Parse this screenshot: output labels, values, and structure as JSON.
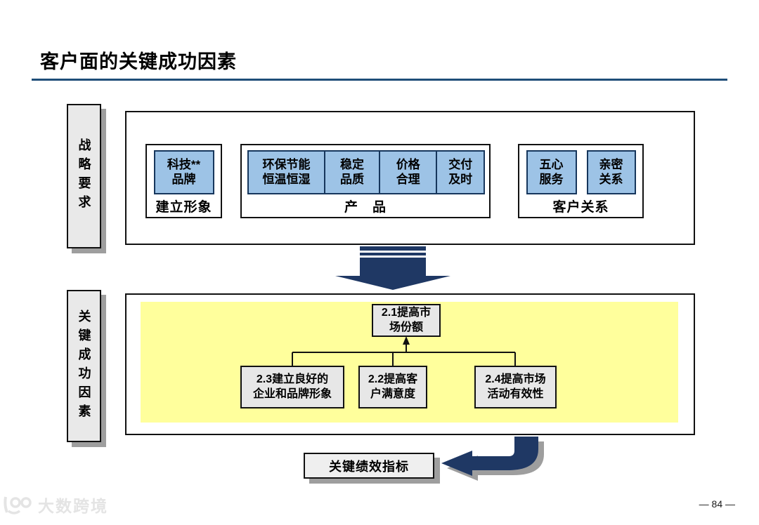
{
  "title": "客户面的关键成功因素",
  "page_number": "— 84 —",
  "watermark": "大数跨境",
  "colors": {
    "accent_navy": "#1F3864",
    "title_rule_blue": "#1F4E79",
    "item_blue_fill": "#9DC3E6",
    "item_blue_border": "#16365C",
    "csf_yellow": "#FFFF9C",
    "gray_fill": "#E7E7E7",
    "shadow_gray": "#9E9E9E"
  },
  "strategy_section": {
    "side_label": "战略要求",
    "groups": [
      {
        "label": "建立形象",
        "items": [
          "科技**\n品牌"
        ]
      },
      {
        "label": "产　品",
        "items": [
          "环保节能\n恒温恒湿",
          "稳定\n品质",
          "价格\n合理",
          "交付\n及时"
        ]
      },
      {
        "label": "客户关系",
        "items": [
          "五心\n服务",
          "亲密\n关系"
        ]
      }
    ]
  },
  "csf_section": {
    "side_label": "关键成功因素",
    "root_node": "2.1提高市\n场份额",
    "child_nodes": [
      "2.3建立良好的\n企业和品牌形象",
      "2.2提高客\n户满意度",
      "2.4提高市场\n活动有效性"
    ]
  },
  "kpi_label": "关键绩效指标"
}
